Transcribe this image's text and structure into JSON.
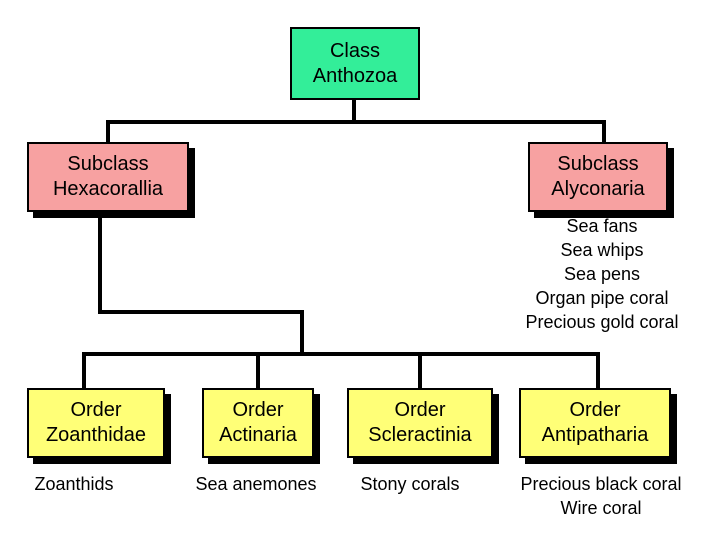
{
  "root": {
    "line1": "Class",
    "line2": "Anthozoa"
  },
  "subclasses": [
    {
      "line1": "Subclass",
      "line2": "Hexacorallia"
    },
    {
      "line1": "Subclass",
      "line2": "Alyconaria"
    }
  ],
  "alyconaria_examples": [
    "Sea fans",
    "Sea whips",
    "Sea pens",
    "Organ pipe coral",
    "Precious gold coral"
  ],
  "orders": [
    {
      "line1": "Order",
      "line2": "Zoanthidae",
      "examples": [
        "Zoanthids"
      ]
    },
    {
      "line1": "Order",
      "line2": "Actinaria",
      "examples": [
        "Sea anemones"
      ]
    },
    {
      "line1": "Order",
      "line2": "Scleractinia",
      "examples": [
        "Stony corals"
      ]
    },
    {
      "line1": "Order",
      "line2": "Antipatharia",
      "examples": [
        "Precious black coral",
        "Wire coral"
      ]
    }
  ],
  "colors": {
    "class_box": "#33ee99",
    "subclass_box": "#f7a1a1",
    "order_box": "#ffff77",
    "connector": "#000000"
  }
}
